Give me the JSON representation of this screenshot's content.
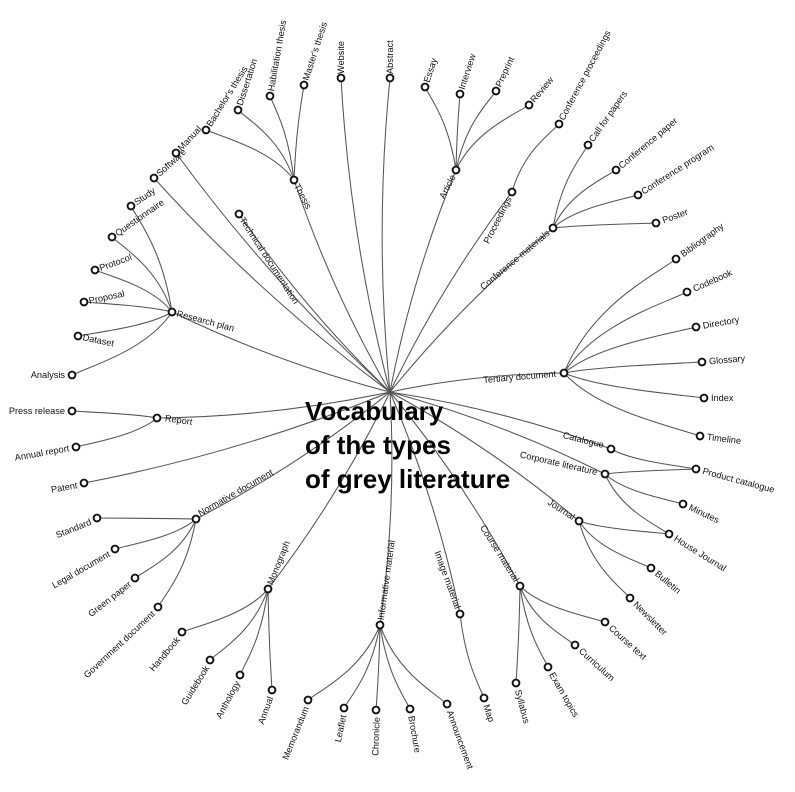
{
  "title": {
    "line1": "Vocabulary",
    "line2": "of the types",
    "line3": "of grey literature"
  },
  "nodes": {
    "website": "Website",
    "abstract": "Abstract",
    "thesis": "Thesis",
    "masters_thesis": "Master's thesis",
    "habilitation_thesis": "Habilitation thesis",
    "dissertation": "Dissertation",
    "bachelors_thesis": "Bachelor's thesis",
    "manual": "Manual",
    "software": "Software",
    "technical_documentation": "Technical documentation",
    "research_plan": "Research plan",
    "study": "Study",
    "questionnaire": "Questionnaire",
    "protocol": "Protocol",
    "proposal": "Proposal",
    "dataset": "Dataset",
    "analysis": "Analysis",
    "report": "Report",
    "press_release": "Press release",
    "annual_report": "Annual report",
    "patent": "Patent",
    "normative_document": "Normative document",
    "standard": "Standard",
    "legal_document": "Legal document",
    "green_paper": "Green paper",
    "government_document": "Government document",
    "monograph": "Monograph",
    "handbook": "Handbook",
    "guidebook": "Guidebook",
    "anthology": "Anthology",
    "annual": "Annual",
    "informative_material": "Informative material",
    "memorandum": "Memorandum",
    "leaflet": "Leaflet",
    "chronicle": "Chronicle",
    "brochure": "Brochure",
    "announcement": "Announcement",
    "image_material": "Image material",
    "map": "Map",
    "course_material": "Course material",
    "syllabus": "Syllabus",
    "exam_topics": "Exam topics",
    "curriculum": "Curriculum",
    "course_text": "Course text",
    "journal": "Journal",
    "bulletin": "Bulletin",
    "newsletter": "Newsletter",
    "house_journal": "House Journal",
    "corporate_literature": "Corporate literature",
    "minutes": "Minutes",
    "product_catalogue": "Product catalogue",
    "catalogue": "Catalogue",
    "tertiary_document": "Tertiary document",
    "bibliography": "Bibliography",
    "codebook": "Codebook",
    "directory": "Directory",
    "glossary": "Glossary",
    "index": "Index",
    "timeline": "Timeline",
    "article": "Article",
    "essay": "Essay",
    "interview": "Interview",
    "preprint": "Preprint",
    "review": "Review",
    "proceedings": "Proceedings",
    "conference_proceedings": "Conference proceedings",
    "conference_materials": "Conference materials",
    "call_for_papers": "Call for papers",
    "conference_paper": "Conference paper",
    "conference_program": "Conference program",
    "poster": "Poster"
  }
}
